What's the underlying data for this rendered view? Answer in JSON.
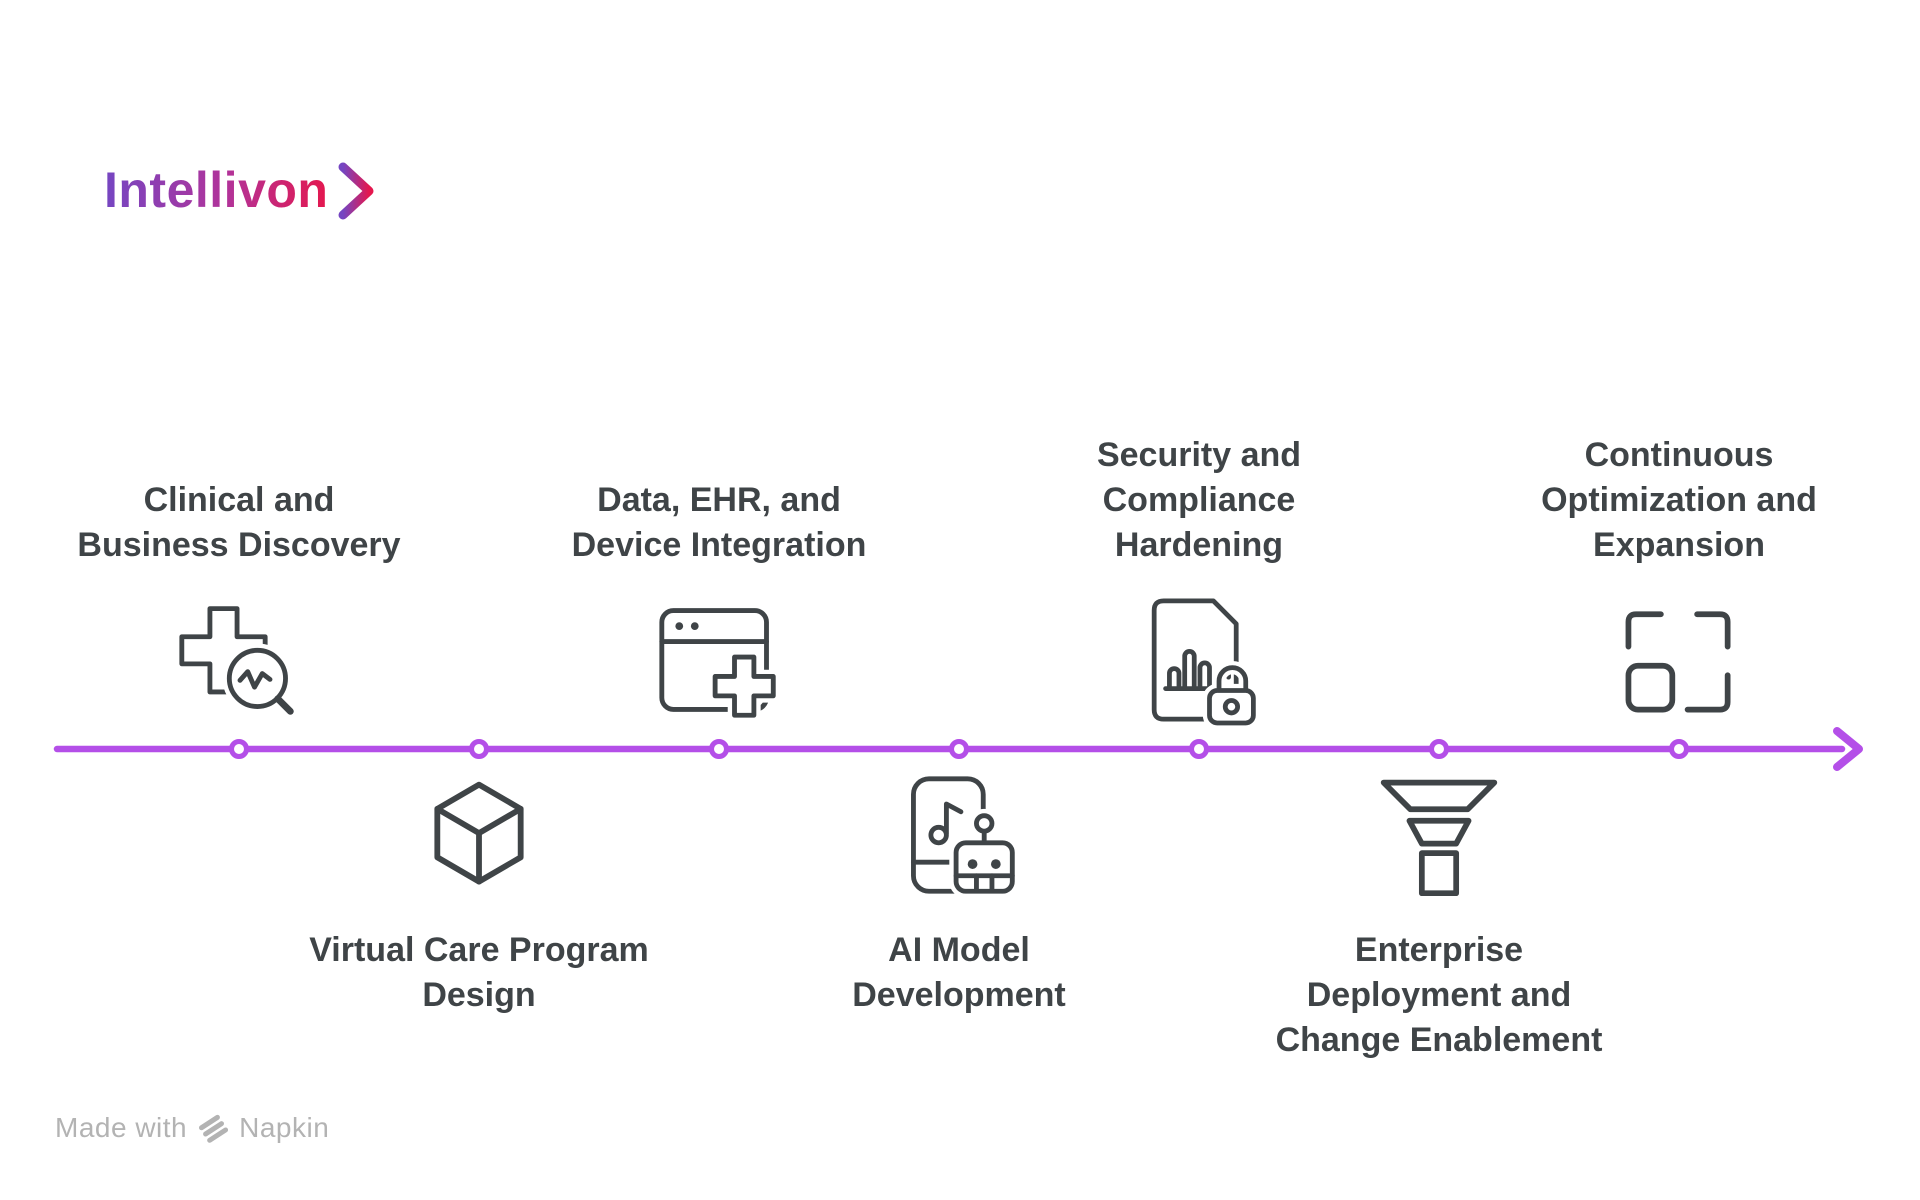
{
  "page": {
    "background": "#ffffff"
  },
  "logo": {
    "text": "Intellivon",
    "chevron_icon": "chevron-right-icon",
    "gradient_start": "#7546c2",
    "gradient_end": "#e4174e"
  },
  "timeline": {
    "direction": "left-to-right",
    "node_count": 7,
    "color": "#b44fe8"
  },
  "milestones": [
    {
      "id": "clinical-and-business-discovery",
      "label": "Clinical and\nBusiness Discovery",
      "icon": "medical-cross-magnifier-icon",
      "side": "above"
    },
    {
      "id": "virtual-care-program-design",
      "label": "Virtual Care Program\nDesign",
      "icon": "cube-icon",
      "side": "below"
    },
    {
      "id": "data-ehr-device-integration",
      "label": "Data, EHR, and\nDevice Integration",
      "icon": "browser-medical-plus-icon",
      "side": "above"
    },
    {
      "id": "ai-model-development",
      "label": "AI Model\nDevelopment",
      "icon": "phone-music-robot-icon",
      "side": "below"
    },
    {
      "id": "security-compliance-hardening",
      "label": "Security and\nCompliance\nHardening",
      "icon": "document-chart-lock-icon",
      "side": "above"
    },
    {
      "id": "enterprise-deployment-change-enablement",
      "label": "Enterprise\nDeployment and\nChange Enablement",
      "icon": "funnel-icon",
      "side": "below"
    },
    {
      "id": "continuous-optimization-expansion",
      "label": "Continuous\nOptimization and\nExpansion",
      "icon": "expand-frame-icon",
      "side": "above"
    }
  ],
  "footer": {
    "prefix": "Made with",
    "brand": "Napkin",
    "icon": "napkin-logo-icon"
  },
  "colors": {
    "accent": "#b44fe8",
    "ink": "#3f4447",
    "footer": "#b3b3b3",
    "logo-a": "#7546c2",
    "logo-b": "#e4174e"
  }
}
